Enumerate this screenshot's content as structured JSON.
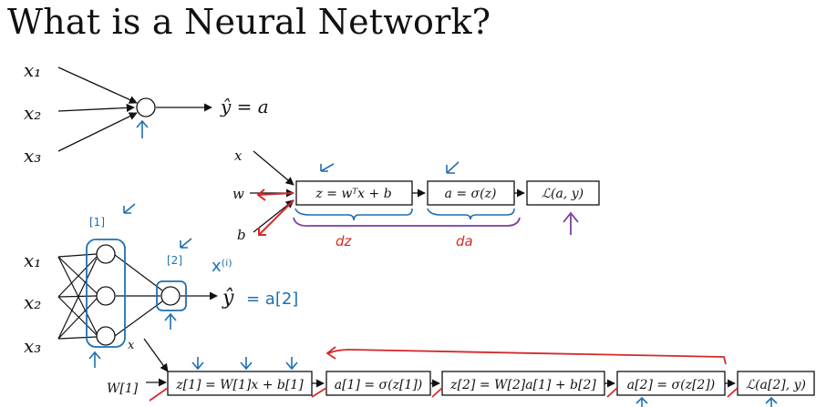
{
  "title": "What is a Neural Network?",
  "top_network": {
    "inputs": [
      "x₁",
      "x₂",
      "x₃"
    ],
    "output_label": "ŷ = a"
  },
  "computation_graph": {
    "inputs": [
      "x",
      "w",
      "b"
    ],
    "boxes": [
      "z = wᵀx + b",
      "a = σ(z)",
      "ℒ(a, y)"
    ],
    "backprop_labels": [
      "dz",
      "da"
    ]
  },
  "bottom_network": {
    "inputs": [
      "x₁",
      "x₂",
      "x₃"
    ],
    "layer_marks": [
      "[1]",
      "[2]"
    ],
    "x_label": "x",
    "superscript_label": "x⁽ⁱ⁾",
    "output_label": "ŷ",
    "output_rhs": "= a[2]"
  },
  "bottom_graph": {
    "input_label": "W[1]",
    "boxes": [
      "z[1] = W[1]x + b[1]",
      "a[1] = σ(z[1])",
      "z[2] = W[2]a[1] + b[2]",
      "a[2] = σ(z[2])",
      "ℒ(a[2], y)"
    ]
  },
  "colors": {
    "ink": "#111111",
    "annotation_blue": "#1f6fb2",
    "annotation_red": "#d42a2a",
    "annotation_purple": "#7b3fa0"
  }
}
